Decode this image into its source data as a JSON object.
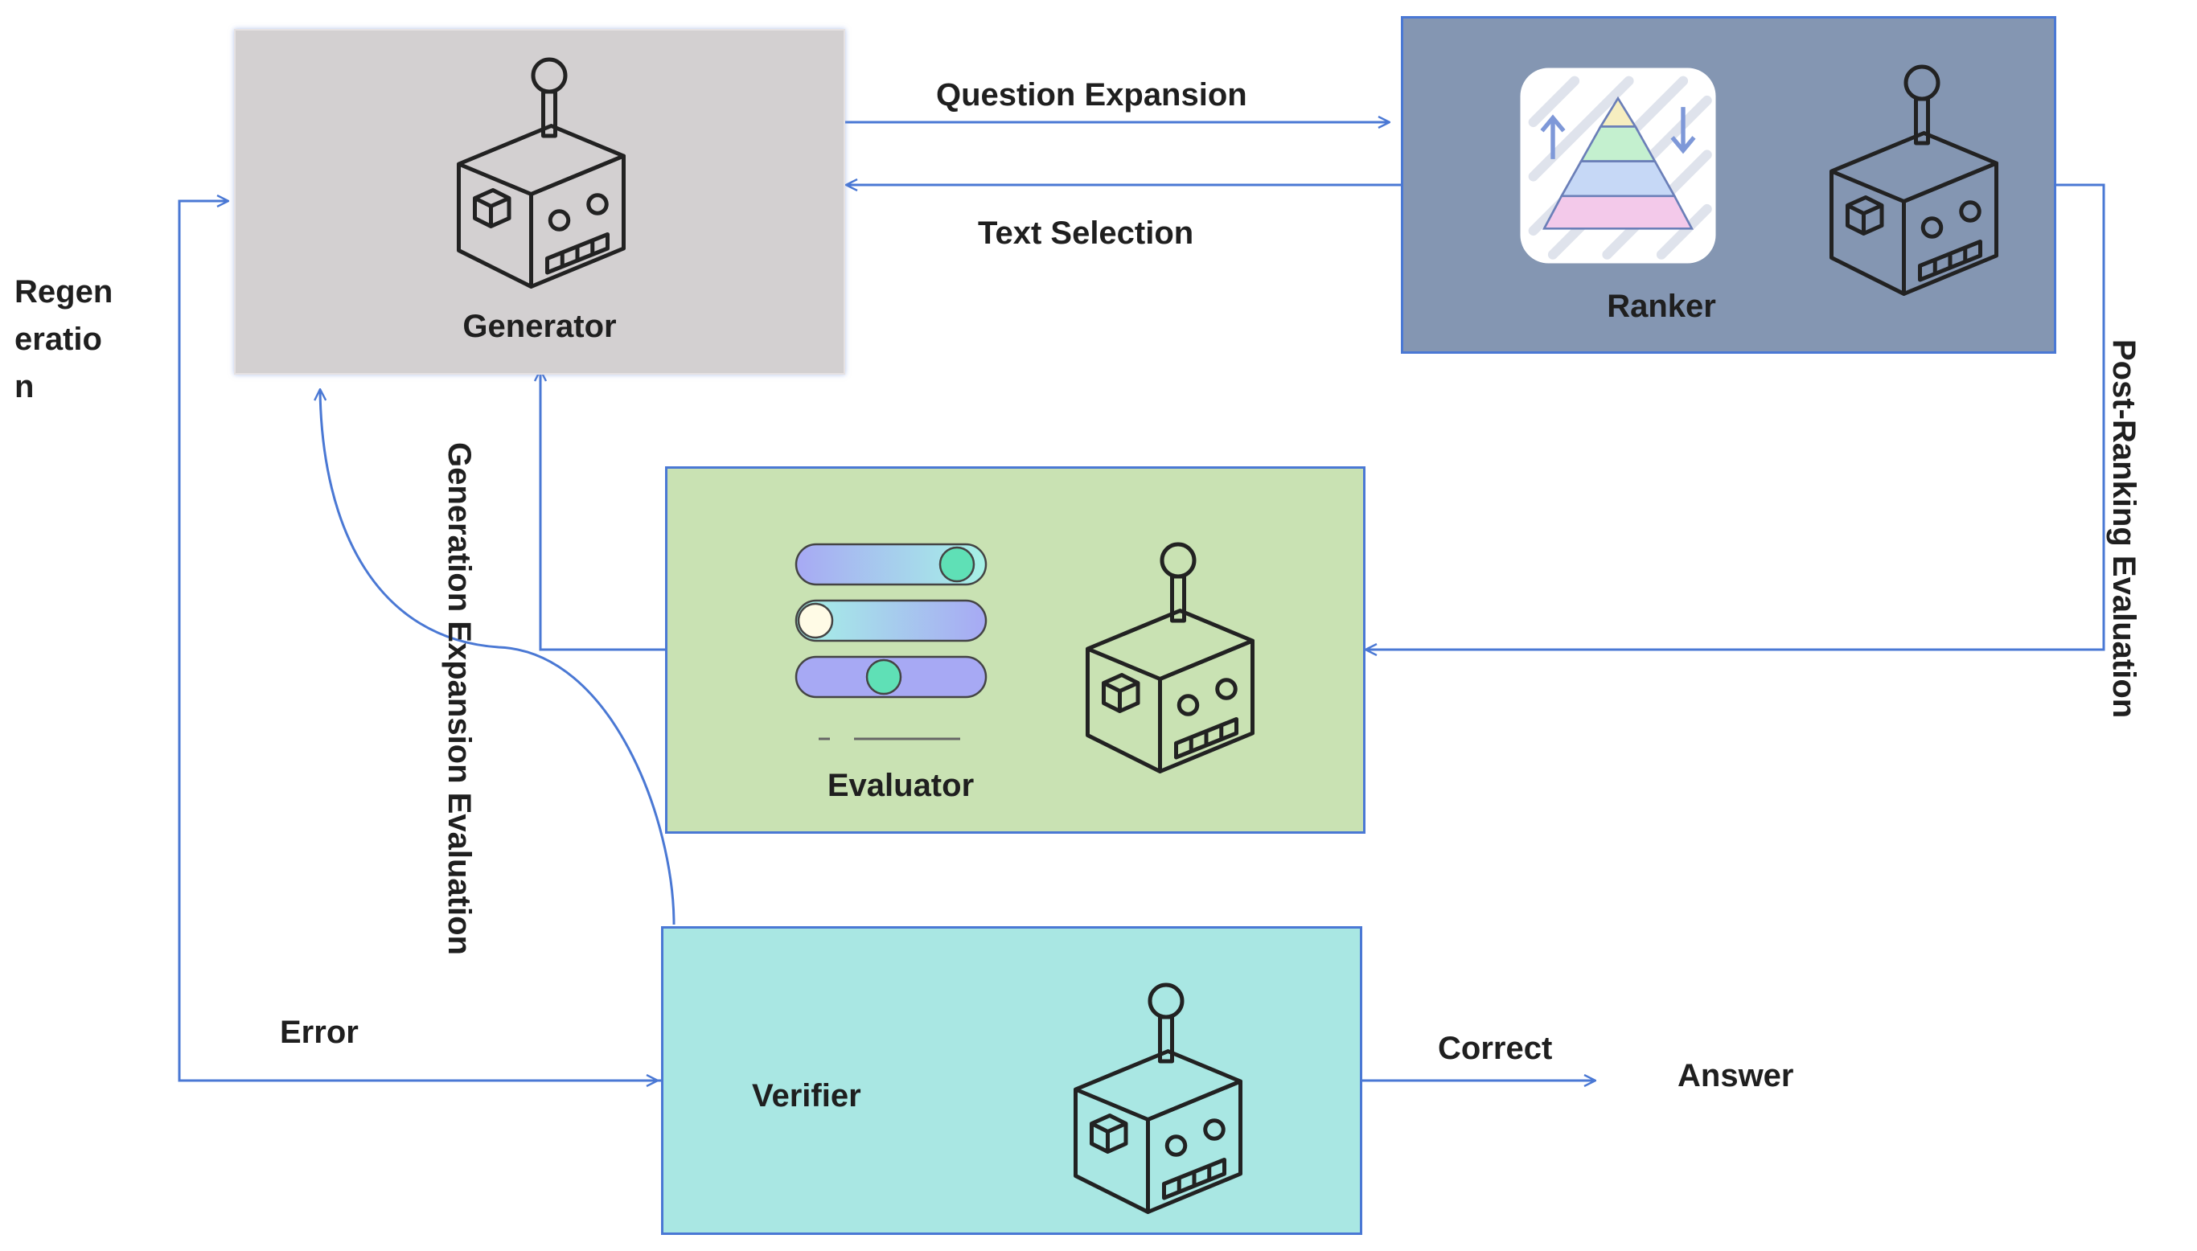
{
  "colors": {
    "wire": "#4a78d4",
    "generator_fill": "#d3d0d1",
    "ranker_fill": "#8496b2",
    "evaluator_fill": "#c9e2b3",
    "verifier_fill": "#a9e7e3",
    "box_border": "#4a78d4"
  },
  "icons": {
    "robot": "robot-icon",
    "pyramid": "ranking-pyramid-icon",
    "sliders": "slider-controls-icon"
  },
  "nodes": {
    "generator": {
      "label": "Generator"
    },
    "ranker": {
      "label": "Ranker"
    },
    "evaluator": {
      "label": "Evaluator"
    },
    "verifier": {
      "label": "Verifier"
    }
  },
  "edges": {
    "question_expansion": "Question Expansion",
    "text_selection": "Text Selection",
    "post_ranking_evaluation": [
      "Post-Ranking",
      "Evaluation"
    ],
    "evaluator_to_generator": [
      "Generation",
      "Expansion",
      "Evaluation"
    ],
    "regeneration": [
      "Regen",
      "eratio",
      "n"
    ],
    "error": "Error",
    "correct": "Correct",
    "answer": "Answer"
  }
}
